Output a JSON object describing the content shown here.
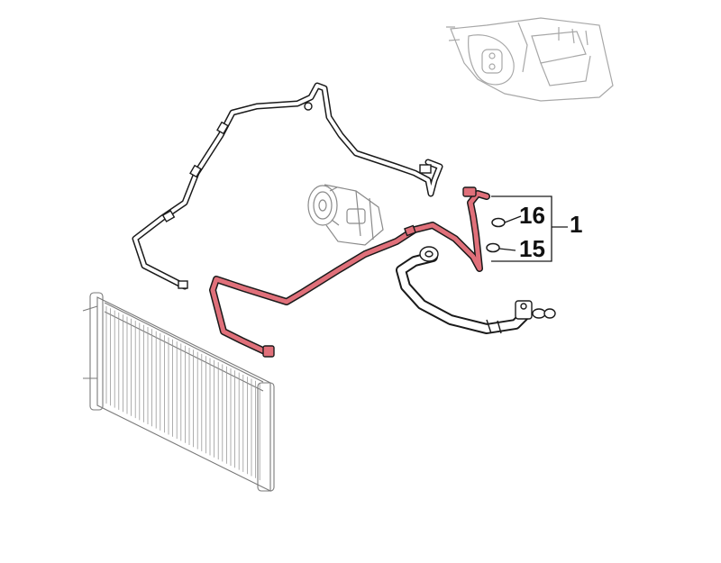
{
  "callouts": {
    "part_16": "16",
    "part_15": "15",
    "assembly_1": "1"
  },
  "colors": {
    "highlight_pipe": "#e0707a",
    "line_art": "#1a1a1a",
    "light_art": "#9a9a9a"
  }
}
